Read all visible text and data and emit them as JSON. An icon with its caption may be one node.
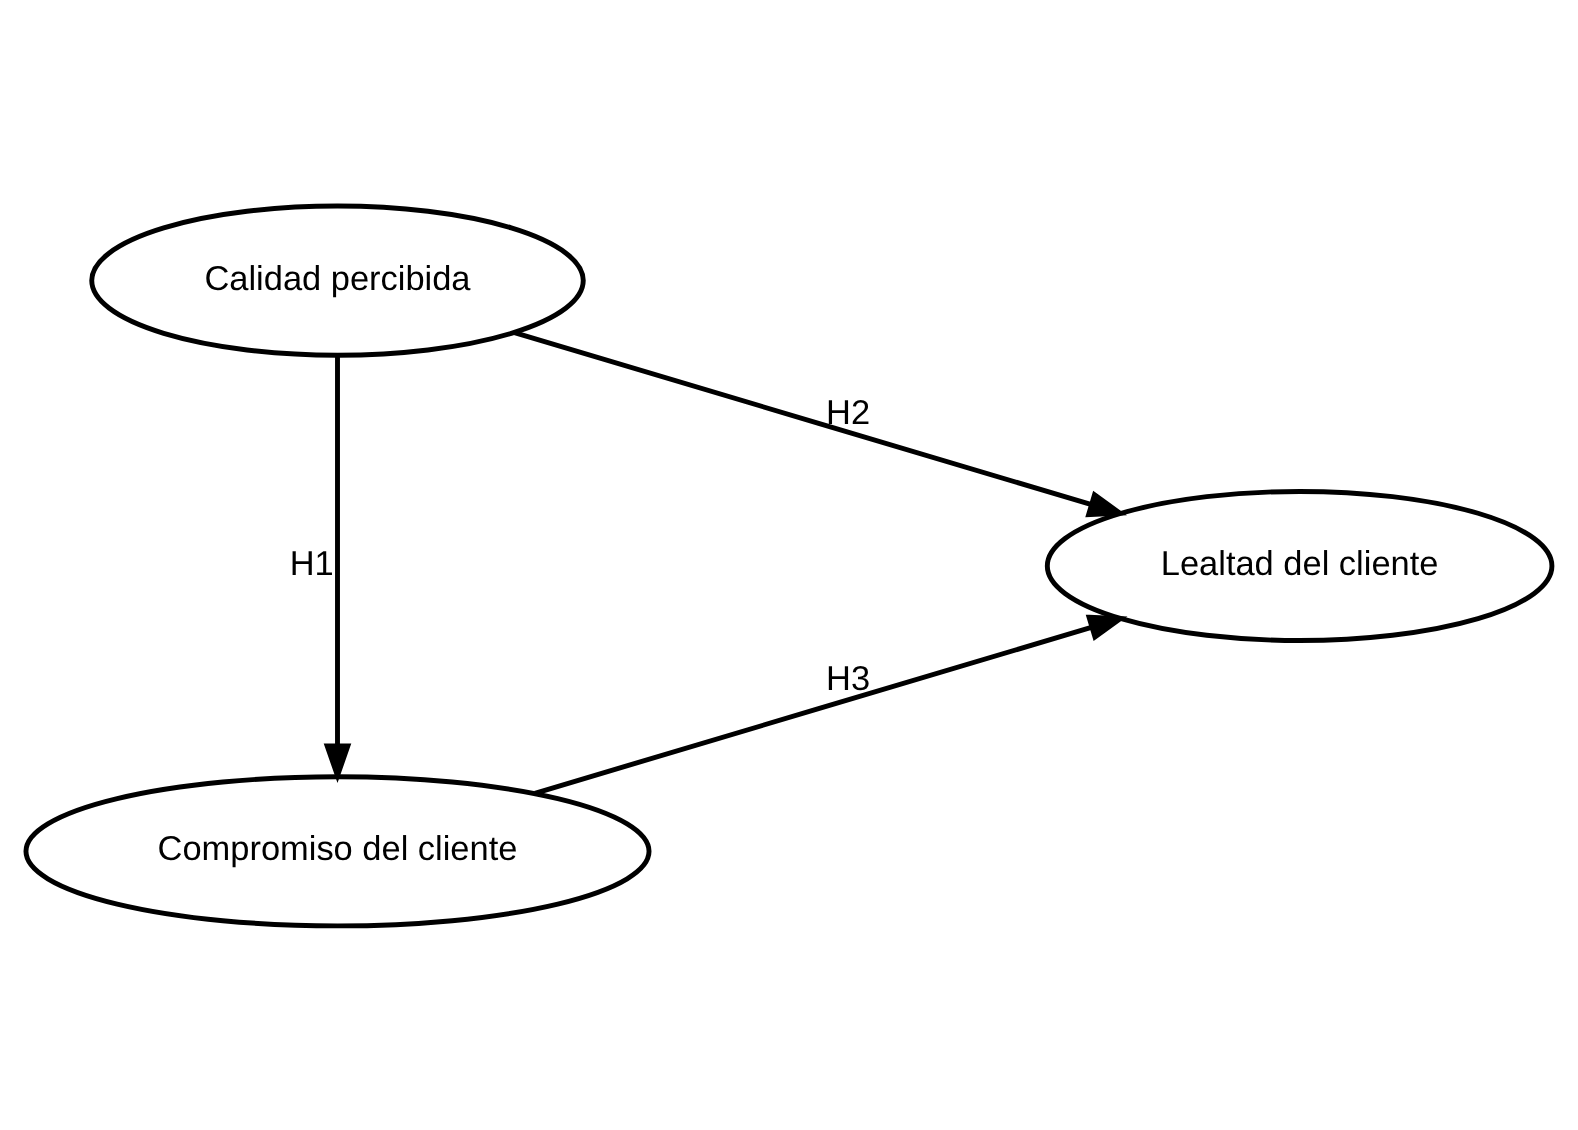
{
  "diagram": {
    "nodes": [
      {
        "text": [
          "Compromiso del cliente"
        ]
      },
      {
        "text": [
          "Calidad percibida"
        ]
      },
      {
        "text": [
          "Lealtad del cliente"
        ]
      }
    ],
    "edges": [
      {
        "from": 1,
        "to": 0,
        "arrow": "to",
        "label": "H1"
      },
      {
        "from": 1,
        "to": 2,
        "arrow": "to",
        "label": "H2"
      },
      {
        "from": 0,
        "to": 2,
        "arrow": "to",
        "label": "H3"
      }
    ]
  }
}
